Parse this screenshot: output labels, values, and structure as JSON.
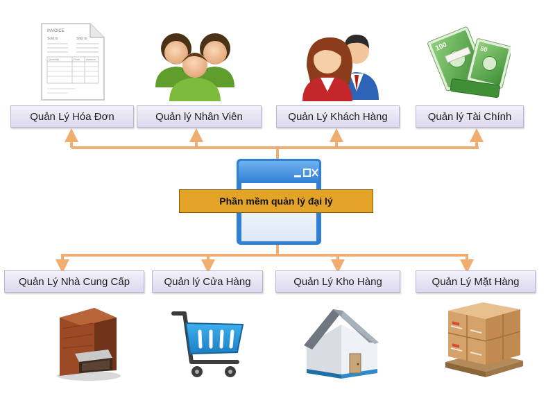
{
  "center": {
    "label": "Phần mềm quản lý đại lý"
  },
  "top_modules": [
    {
      "label": "Quản Lý Hóa Đơn",
      "icon": "invoice-icon"
    },
    {
      "label": "Quản lý Nhân Viên",
      "icon": "employees-icon"
    },
    {
      "label": "Quản Lý Khách Hàng",
      "icon": "customers-icon"
    },
    {
      "label": "Quản lý Tài Chính",
      "icon": "money-icon"
    }
  ],
  "bottom_modules": [
    {
      "label": "Quản Lý Nhà Cung Cấp",
      "icon": "supplier-building-icon"
    },
    {
      "label": "Quản lý Cửa Hàng",
      "icon": "shopping-cart-icon"
    },
    {
      "label": "Quản Lý Kho Hàng",
      "icon": "warehouse-house-icon"
    },
    {
      "label": "Quản Lý Mặt Hàng",
      "icon": "product-boxes-icon"
    }
  ],
  "invoice": {
    "title": "INVOICE",
    "sold_to": "Sold to",
    "ship_to": "Ship to",
    "columns": [
      "Quantity",
      "Price",
      "Amount"
    ]
  },
  "money": {
    "denomination": "100",
    "denomination_small": "50"
  },
  "colors": {
    "connector": "#f0ad70",
    "module_border": "#b9b3d4",
    "center_fill": "#e3a327",
    "window_blue": "#2f7fd4"
  }
}
